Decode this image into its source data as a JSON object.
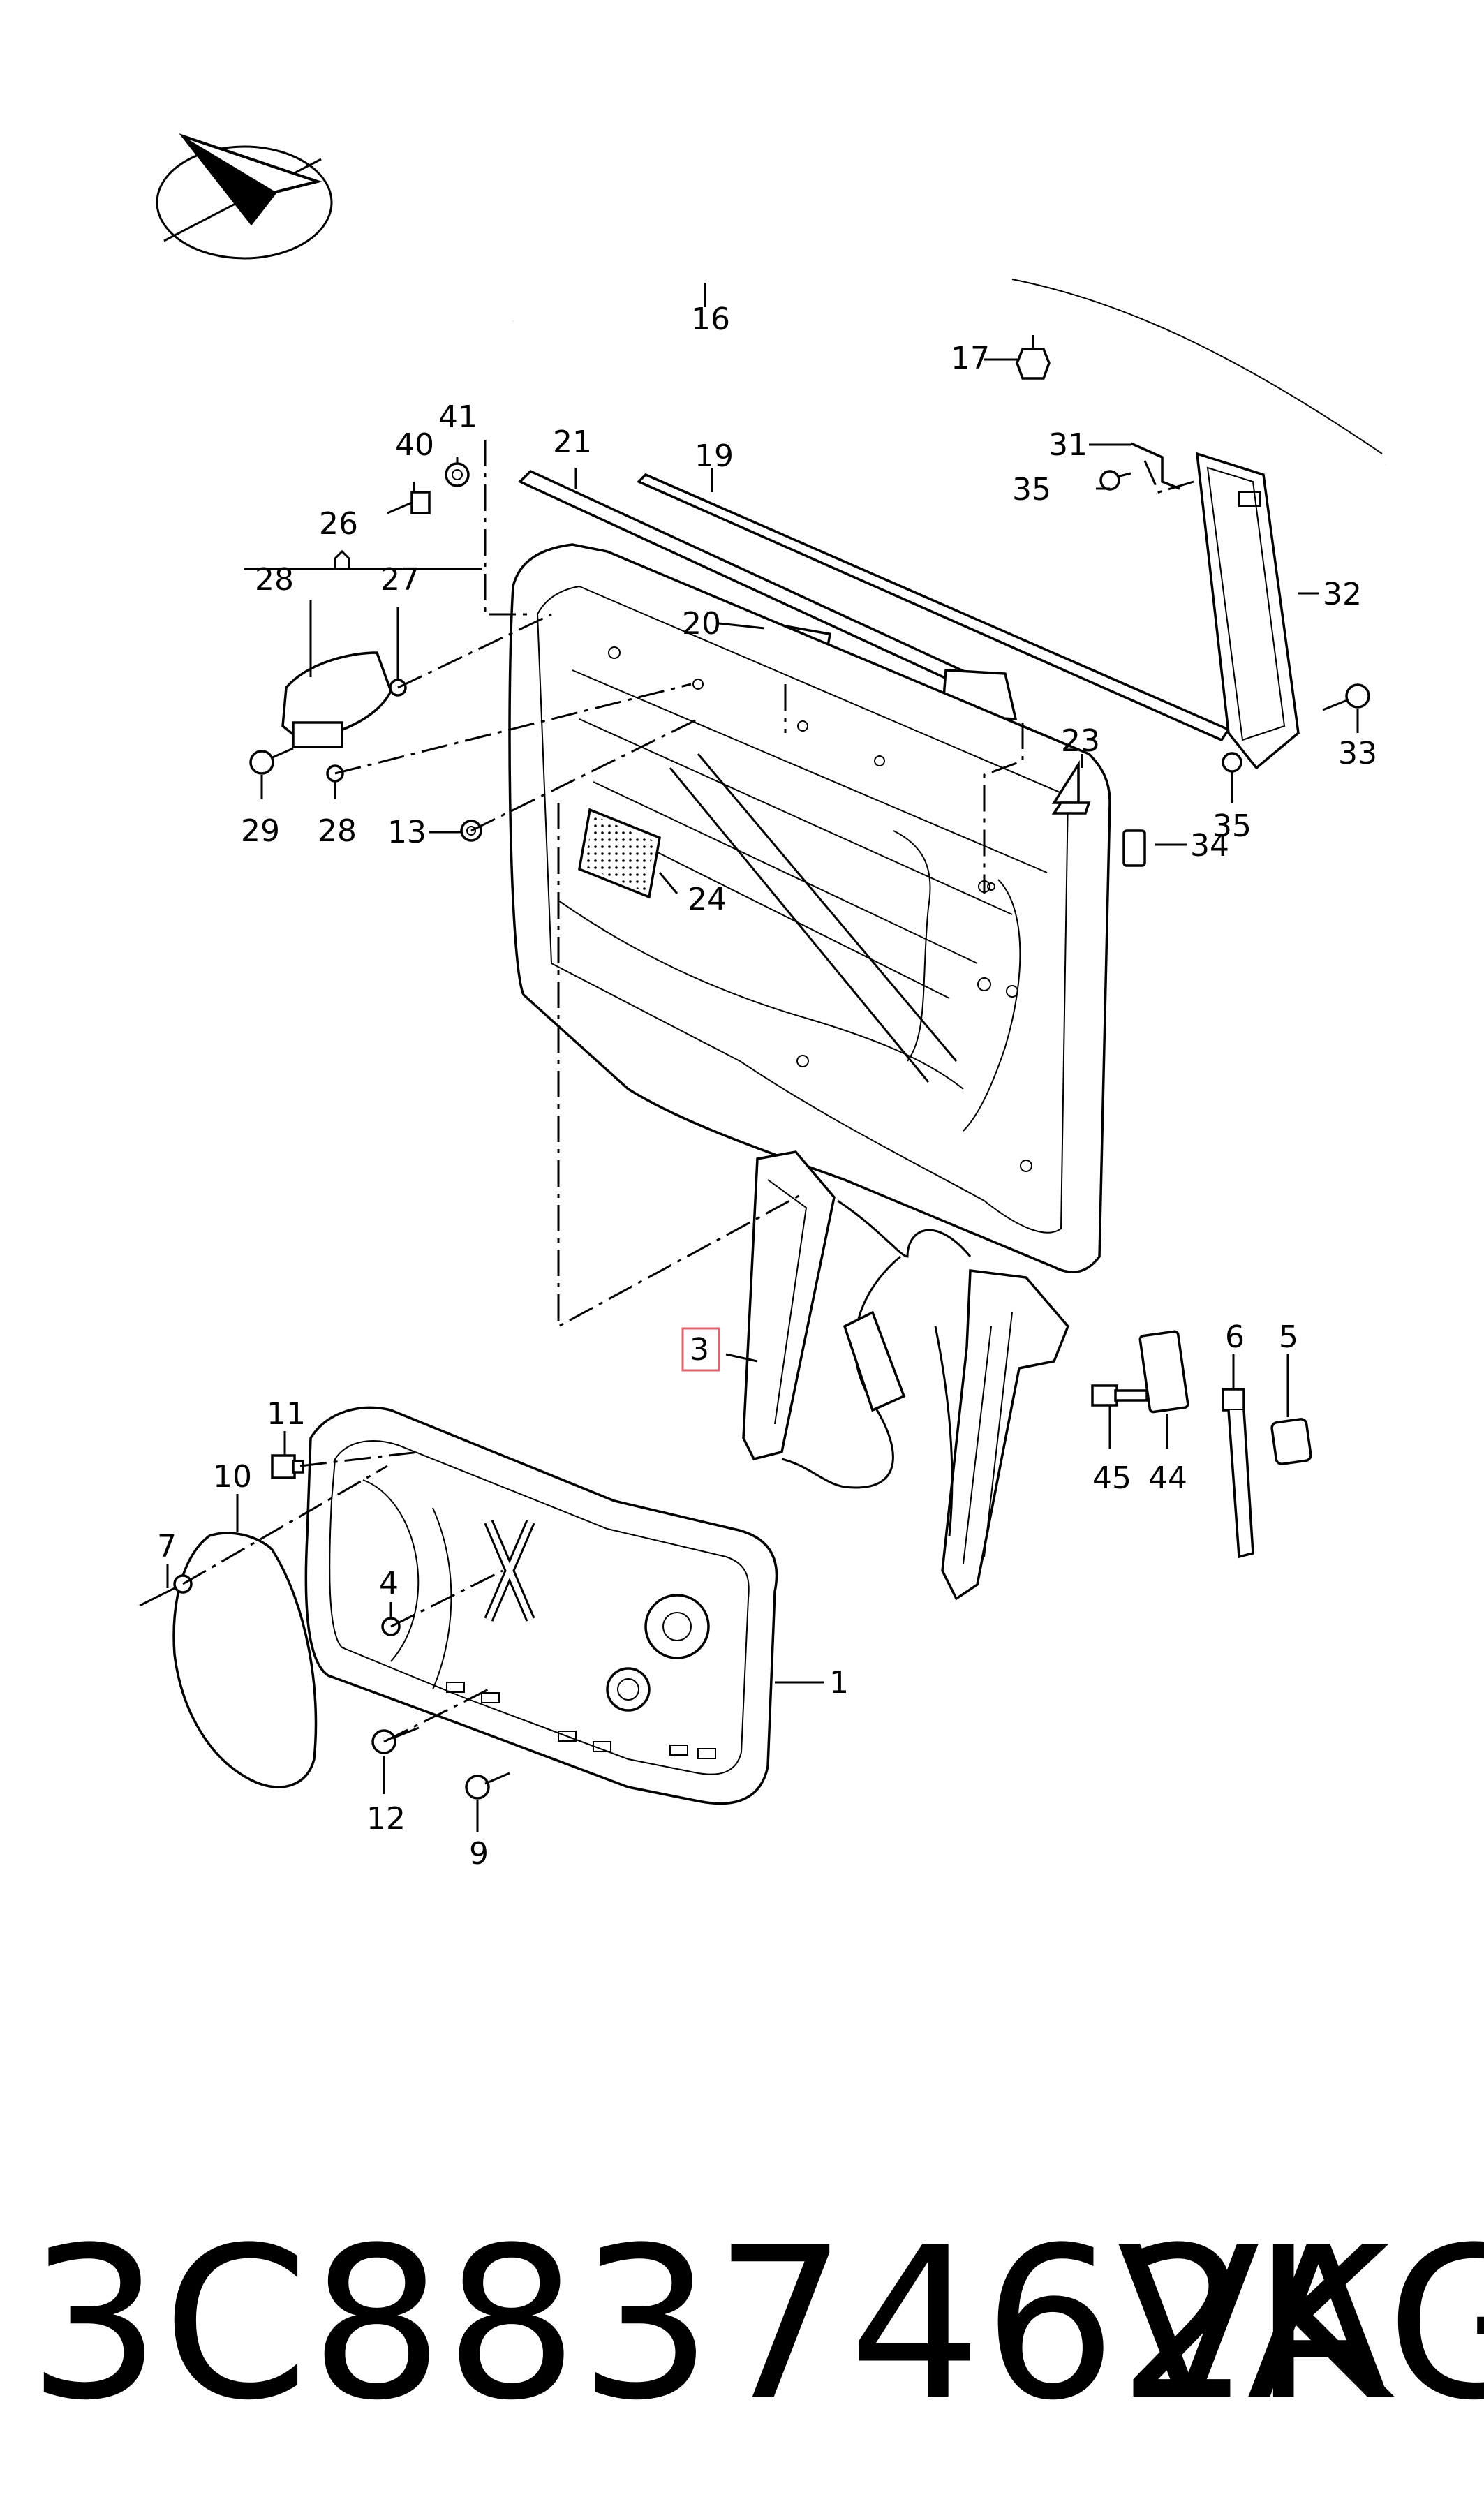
{
  "diagram": {
    "callouts": [
      "1",
      "3",
      "4",
      "5",
      "6",
      "7",
      "9",
      "10",
      "11",
      "12",
      "13",
      "16",
      "17",
      "19",
      "20",
      "21",
      "23",
      "24",
      "26",
      "27",
      "28",
      "28",
      "29",
      "31",
      "32",
      "33",
      "34",
      "35",
      "35",
      "40",
      "41",
      "44",
      "45"
    ],
    "highlighted_callout": "3",
    "highlight_color": "#e0646e"
  },
  "caption": {
    "part_number": "3C8837462K",
    "brand": "VAG"
  }
}
